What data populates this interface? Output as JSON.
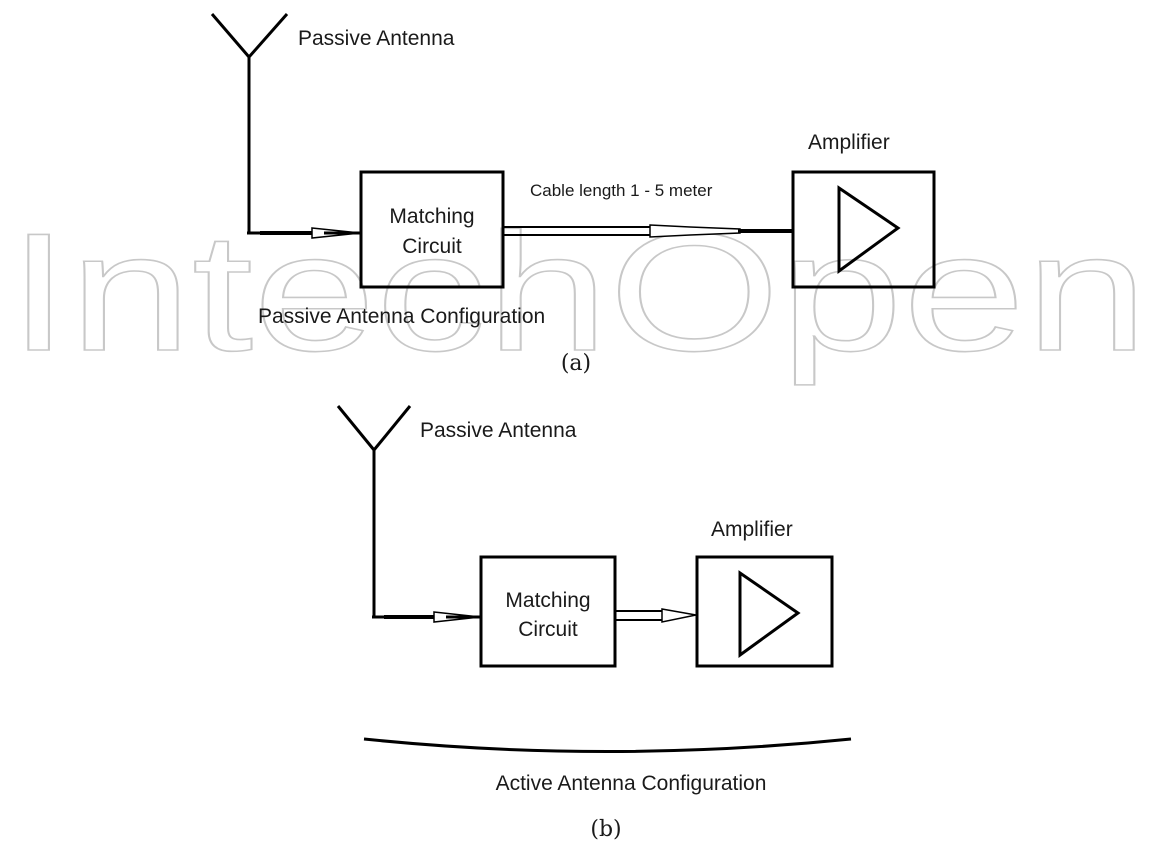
{
  "watermark": "IntechOpen",
  "panel_a": {
    "antenna_label": "Passive Antenna",
    "matching_label_line1": "Matching",
    "matching_label_line2": "Circuit",
    "cable_label": "Cable length 1 - 5 meter",
    "amplifier_label": "Amplifier",
    "configuration_label": "Passive Antenna Configuration",
    "caption": "(a)"
  },
  "panel_b": {
    "antenna_label": "Passive Antenna",
    "matching_label_line1": "Matching",
    "matching_label_line2": "Circuit",
    "amplifier_label": "Amplifier",
    "configuration_label": "Active Antenna Configuration",
    "caption": "(b)"
  }
}
